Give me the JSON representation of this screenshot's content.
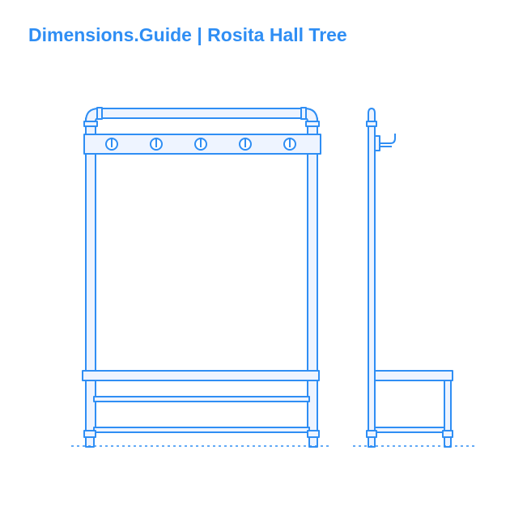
{
  "header": {
    "site": "Dimensions.Guide",
    "separator": "|",
    "product": "Rosita Hall Tree"
  },
  "colors": {
    "accent": "#2f8ef4",
    "fill": "#eef4ff",
    "background": "#ffffff"
  },
  "drawing": {
    "views": [
      "front-elevation",
      "side-elevation"
    ],
    "hook_count": 5
  }
}
